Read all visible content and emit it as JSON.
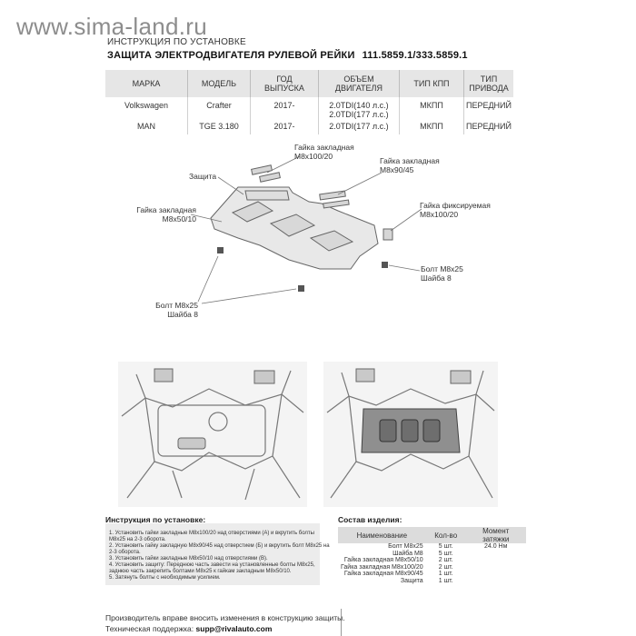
{
  "watermark": "www.sima-land.ru",
  "header": {
    "title": "ИНСТРУКЦИЯ ПО УСТАНОВКЕ",
    "product": "ЗАЩИТА ЭЛЕКТРОДВИГАТЕЛЯ РУЛЕВОЙ РЕЙКИ",
    "code": "111.5859.1/333.5859.1"
  },
  "spec_table": {
    "headers": [
      "МАРКА",
      "МОДЕЛЬ",
      "ГОД\nВЫПУСКА",
      "ОБЪЕМ\nДВИГАТЕЛЯ",
      "ТИП КПП",
      "ТИП\nПРИВОДА"
    ],
    "rows": [
      [
        "Volkswagen",
        "Crafter",
        "2017-",
        "2.0TDI(140 л.с.)\n2.0TDI(177 л.с.)",
        "МКПП",
        "ПЕРЕДНИЙ"
      ],
      [
        "MAN",
        "TGE 3.180",
        "2017-",
        "2.0TDI(177 л.с.)",
        "МКПП",
        "ПЕРЕДНИЙ"
      ]
    ]
  },
  "diagram_labels": {
    "nut_top": "Гайка закладная\nМ8х100/20",
    "nut_right": "Гайка закладная\nМ8х90/45",
    "guard": "Защита",
    "nut_left": "Гайка закладная\nМ8х50/10",
    "nut_fixed": "Гайка фиксируемая\nМ8х100/20",
    "bolt_right": "Болт М8х25\nШайба 8",
    "bolt_left": "Болт М8х25\nШайба 8"
  },
  "instructions": {
    "title": "Инструкция по установке:",
    "lines": [
      "1. Установить гайки закладные М8х100/20 над отверстиями (А) и вкрутить болты",
      "М8х25 на 2-3 оборота.",
      "2. Установить гайку закладную М8х90/45 над отверстием (Б) и вкрутить болт М8х25 на",
      "2-3 оборота.",
      "3. Установить гайки закладные М8х50/10 над отверстиями (В).",
      "4. Установить защиту: Переднюю часть завести на установленные болты М8х25,",
      "заднюю часть закрепить болтами М8х25 к гайкам закладным М8х50/10.",
      "5. Затянуть болты с необходимым усилием."
    ]
  },
  "kit": {
    "title": "Состав изделия:",
    "headers": [
      "Наименование",
      "Кол-во",
      "Момент затяжки"
    ],
    "rows": [
      [
        "Болт М8х25",
        "5 шт.",
        "24.0 Нм"
      ],
      [
        "Шайба М8",
        "5 шт.",
        ""
      ],
      [
        "Гайка закладная М8х50/10",
        "2 шт.",
        ""
      ],
      [
        "Гайка закладная М8х100/20",
        "2 шт.",
        ""
      ],
      [
        "Гайка закладная М8х90/45",
        "1 шт.",
        ""
      ],
      [
        "Защита",
        "1 шт.",
        ""
      ]
    ]
  },
  "footer": {
    "disclaimer": "Производитель вправе вносить изменения в конструкцию защиты.",
    "support_label": "Техническая поддержка:",
    "support_email": "supp@rivalauto.com"
  }
}
